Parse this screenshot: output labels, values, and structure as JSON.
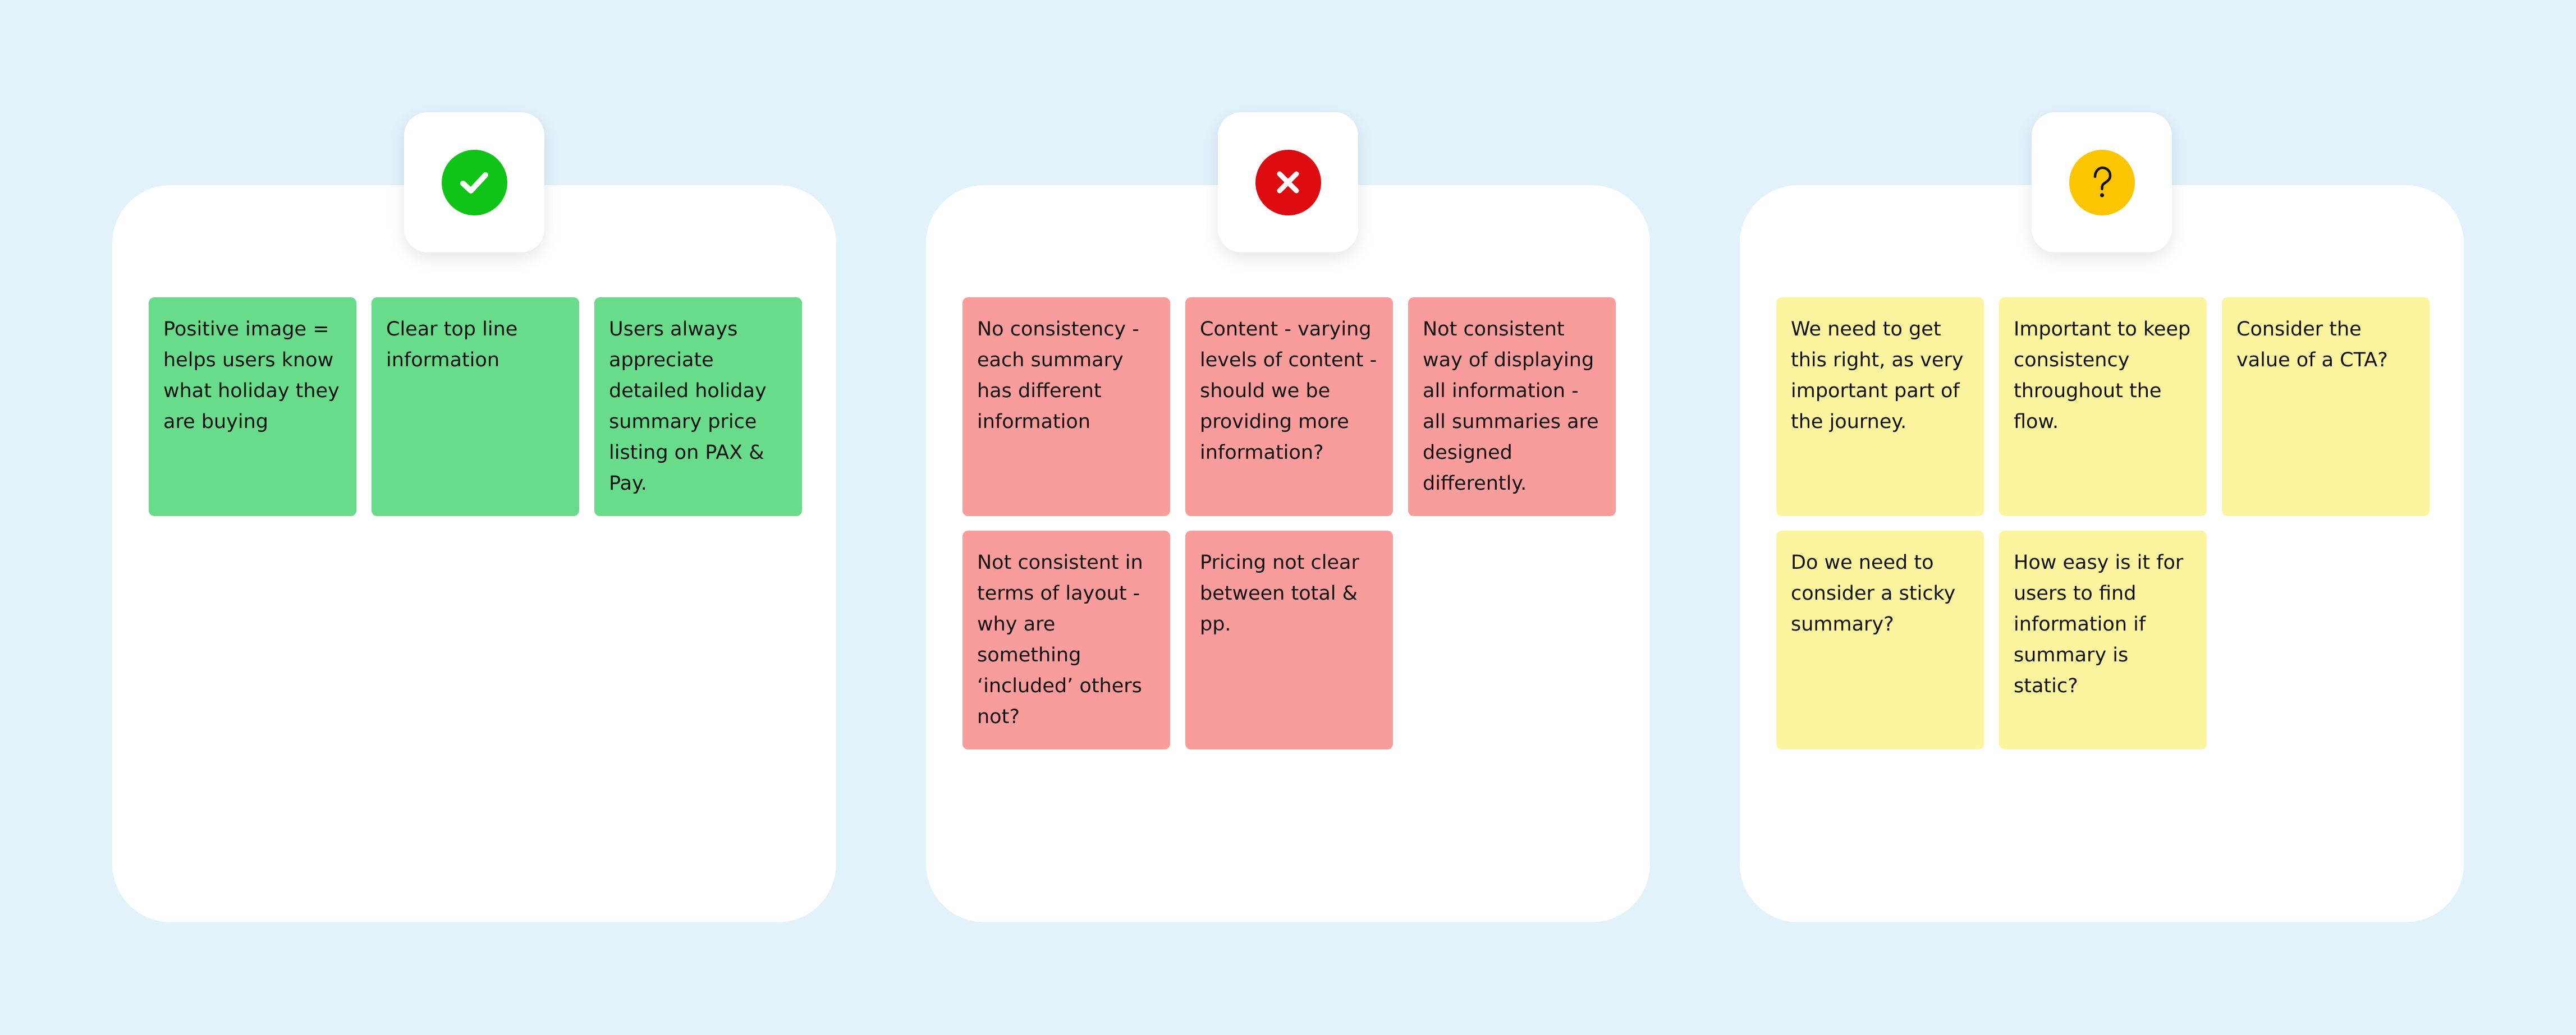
{
  "colors": {
    "background": "#e2f2fb",
    "panel": "#ffffff",
    "positive_badge": "#0fc317",
    "negative_badge": "#dc0b10",
    "question_badge": "#fcc502",
    "positive_note": "#68dc8b",
    "negative_note": "#f89c9c",
    "question_note": "#fdf49f"
  },
  "boards": [
    {
      "icon": "check-icon",
      "notes": [
        "Positive image = helps users know what holiday they are buying",
        "Clear top line information",
        "Users always appreciate detailed holiday summary price listing on PAX & Pay."
      ]
    },
    {
      "icon": "cross-icon",
      "notes": [
        "No consistency - each summary has different information",
        "Content - varying levels of content - should we be providing more information?",
        "Not consistent way of displaying all information - all summaries are designed differently.",
        "Not consistent in terms of layout - why are something ‘included’ others not?",
        "Pricing not clear between total & pp."
      ]
    },
    {
      "icon": "question-icon",
      "notes": [
        "We need to get this right, as very important part of the journey.",
        "Important to keep consistency throughout the flow.",
        "Consider the value of a CTA?",
        "Do we need to consider a sticky summary?",
        "How easy is it for users to find information if summary is static?"
      ]
    }
  ]
}
